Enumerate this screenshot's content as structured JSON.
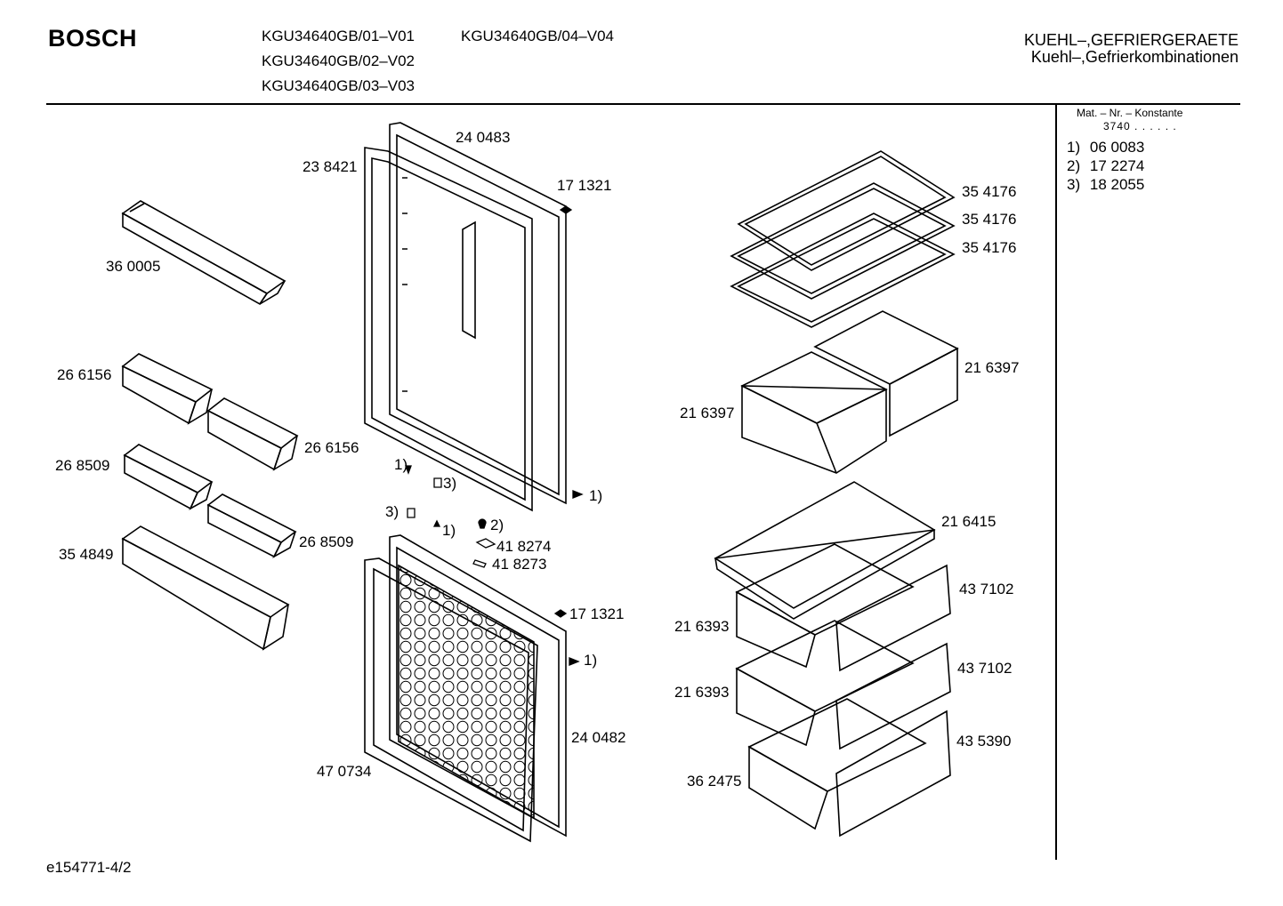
{
  "header": {
    "brand": "BOSCH",
    "models": [
      "KGU34640GB/01–V01",
      "KGU34640GB/04–V04",
      "KGU34640GB/02–V02",
      "KGU34640GB/03–V03"
    ],
    "category_line1": "KUEHL–,GEFRIERGERAETE",
    "category_line2": "Kuehl–,Gefrierkombinationen"
  },
  "sidebar": {
    "mat_label": "Mat. – Nr. – Konstante",
    "constant": "3740 . . . . . .",
    "footnotes": [
      {
        "num": "1)",
        "value": "06 0083"
      },
      {
        "num": "2)",
        "value": "17 2274"
      },
      {
        "num": "3)",
        "value": "18 2055"
      }
    ]
  },
  "parts": {
    "p360005": "36 0005",
    "p266156a": "26 6156",
    "p266156b": "26 6156",
    "p268509a": "26 8509",
    "p268509b": "26 8509",
    "p354849": "35 4849",
    "p238421": "23 8421",
    "p240483": "24 0483",
    "p171321a": "17 1321",
    "p171321b": "17 1321",
    "ref1a": "1)",
    "ref1b": "1)",
    "ref1c": "1)",
    "ref1d": "1)",
    "ref2": "2)",
    "ref3a": "3)",
    "ref3b": "3)",
    "p418274": "41 8274",
    "p418273": "41 8273",
    "p240482": "24 0482",
    "p470734": "47 0734",
    "p354176a": "35 4176",
    "p354176b": "35 4176",
    "p354176c": "35 4176",
    "p216397a": "21 6397",
    "p216397b": "21 6397",
    "p216415": "21 6415",
    "p437102a": "43 7102",
    "p437102b": "43 7102",
    "p216393a": "21 6393",
    "p216393b": "21 6393",
    "p435390": "43 5390",
    "p362475": "36 2475"
  },
  "footer": {
    "code": "e154771-4/2"
  }
}
